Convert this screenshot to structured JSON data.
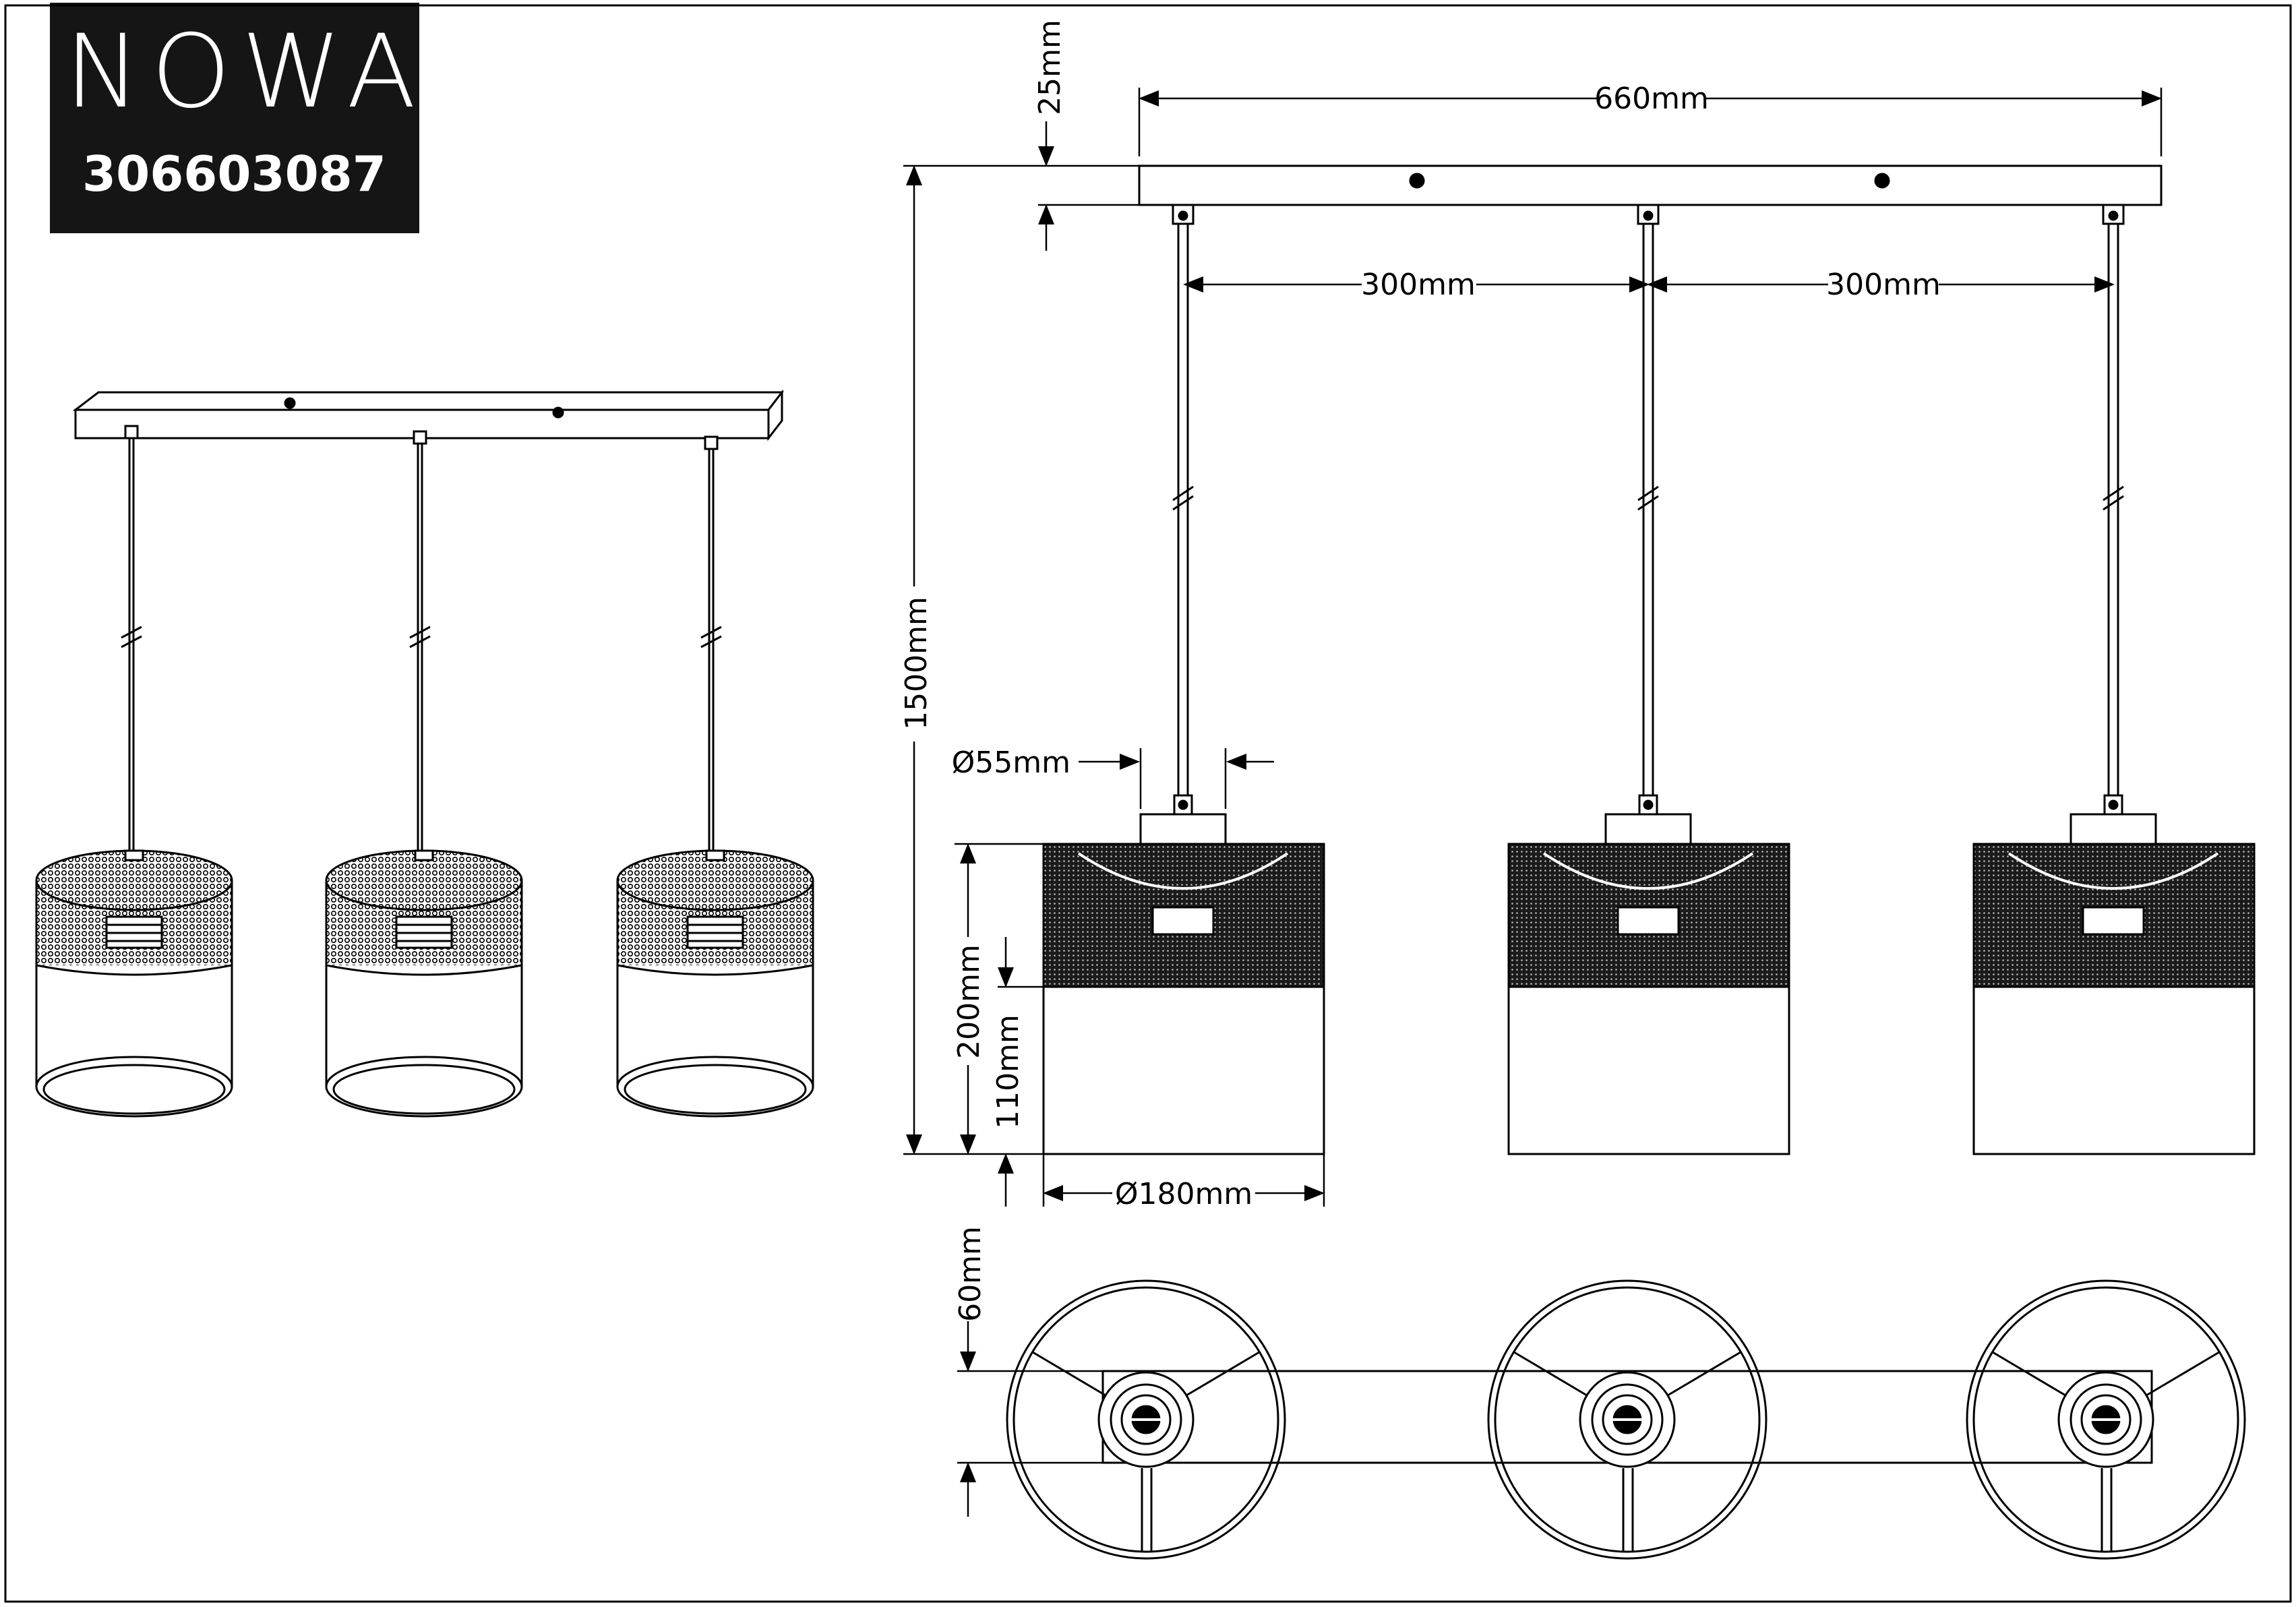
{
  "brand": {
    "name": "NOWA",
    "code": "306603087"
  },
  "dimensions": {
    "overall_width": "660mm",
    "canopy_height": "25mm",
    "spacing_left": "300mm",
    "spacing_right": "300mm",
    "suspension_length": "1500mm",
    "canopy_diameter": "Ø55mm",
    "shade_height": "200mm",
    "fabric_height": "110mm",
    "shade_diameter": "Ø180mm",
    "base_width": "60mm"
  }
}
